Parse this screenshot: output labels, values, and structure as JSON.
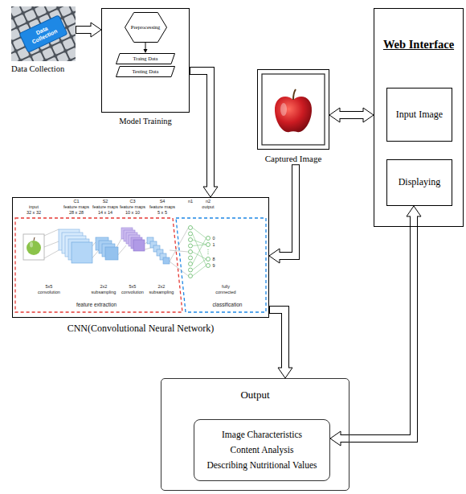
{
  "diagram": {
    "nodes": [
      {
        "text": [
          "Data Collection",
          "Data Collection"
        ]
      },
      {
        "text": [
          "Model Training"
        ]
      },
      {
        "text": [
          "Preprocessing"
        ],
        "in": 1
      },
      {
        "text": [
          "Traing Data"
        ],
        "in": 1
      },
      {
        "text": [
          "Testing Data"
        ],
        "in": 1
      },
      {
        "text": [
          "Web Interface"
        ]
      },
      {
        "text": [
          "Input Image"
        ],
        "in": 5
      },
      {
        "text": [
          "Displaying"
        ],
        "in": 5
      },
      {
        "text": [
          "Captured Image"
        ]
      },
      {
        "text": [
          "CNN(Convolutional Neural Network)"
        ]
      },
      {
        "text": [
          "Output"
        ]
      },
      {
        "text": [
          "Image Characteristics",
          "Content Analysis",
          "Describing Nutritional Values"
        ],
        "in": 10
      }
    ],
    "edges": [
      {
        "from": 0,
        "to": 1,
        "arrow": "to"
      },
      {
        "from": 2,
        "to": 3,
        "arrow": "to"
      },
      {
        "from": 1,
        "to": 9,
        "arrow": "to"
      },
      {
        "from": 8,
        "to": 5,
        "arrow": "both"
      },
      {
        "from": 8,
        "to": 9,
        "arrow": "to"
      },
      {
        "from": 9,
        "to": 10,
        "arrow": "to"
      },
      {
        "from": 11,
        "to": 7,
        "arrow": "both"
      }
    ],
    "labels": [
      "input",
      "32 x 32",
      "C1",
      "feature maps",
      "28 x 28",
      "S2",
      "feature maps",
      "14 x 14",
      "C3",
      "feature maps",
      "10 x 10",
      "S4",
      "feature maps",
      "5 x 5",
      "n1",
      "n2",
      "output",
      "5x5 convolution",
      "2x2 subsampling",
      "5x5 convolution",
      "2x2 subsampling",
      "fully connected",
      "feature extraction",
      "classification",
      "0",
      "1",
      "8",
      "9"
    ]
  }
}
